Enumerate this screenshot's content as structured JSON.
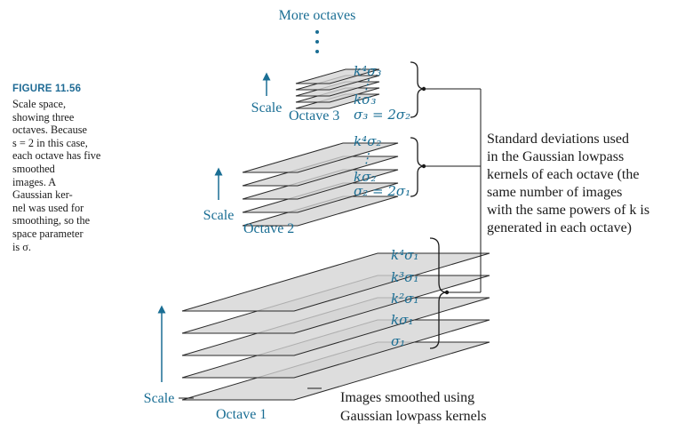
{
  "caption": {
    "title": "FIGURE 11.56",
    "lines": [
      "Scale space,",
      "showing three",
      "octaves. Because",
      "s = 2  in this case,",
      "each octave has five",
      "smoothed",
      "images. A",
      "Gaussian ker-",
      "nel was used for",
      "smoothing, so the",
      "space parameter",
      "is σ."
    ]
  },
  "labels": {
    "more_octaves": "More octaves",
    "scale": "Scale",
    "octave1": "Octave 1",
    "octave2": "Octave 2",
    "octave3": "Octave 3",
    "std_dev_text": [
      "Standard deviations used",
      "in the Gaussian lowpass",
      "kernels of each octave (the",
      "same number of images",
      "with the same powers of k is",
      "generated in each octave)"
    ],
    "images_smoothed": [
      "Images smoothed using",
      "Gaussian lowpass kernels"
    ]
  },
  "sigma_labels": {
    "octave1": [
      "k⁴σ₁",
      "k³σ₁",
      "k²σ₁",
      "kσ₁",
      "σ₁"
    ],
    "octave2": [
      "k⁴σ₂",
      "⋮",
      "kσ₂",
      "σ₂ = 2σ₁"
    ],
    "octave3": [
      "k⁴σ₃",
      "⋮",
      "kσ₃",
      "σ₃ = 2σ₂"
    ]
  },
  "colors": {
    "accent": "#1a6e94",
    "text": "#1a1a1a",
    "plane_fill": "#d4d4d4",
    "plane_stroke": "#2a2a2a"
  }
}
